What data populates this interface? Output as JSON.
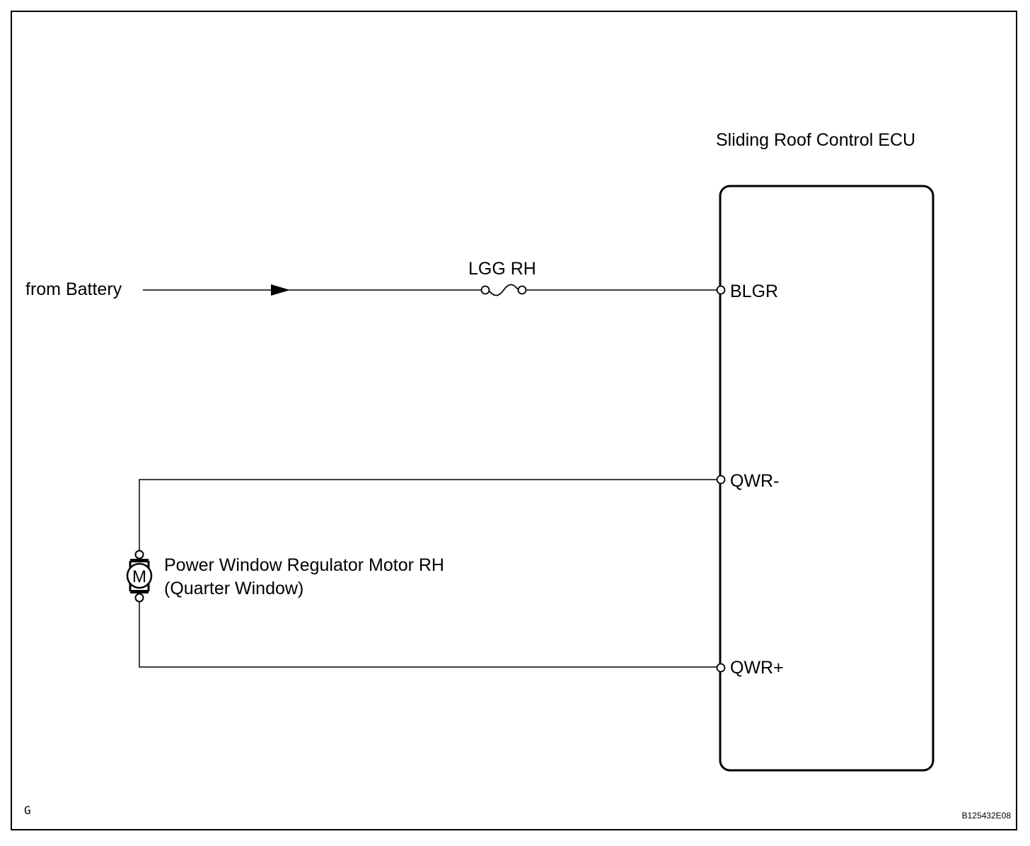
{
  "ecu": {
    "title": "Sliding Roof Control ECU",
    "pins": {
      "blgr": "BLGR",
      "qwr_minus": "QWR-",
      "qwr_plus": "QWR+"
    }
  },
  "source": {
    "label": "from Battery"
  },
  "fuse": {
    "label": "LGG RH"
  },
  "motor": {
    "symbol": "M",
    "label_line1": "Power Window Regulator Motor RH",
    "label_line2": "(Quarter Window)"
  },
  "footer": {
    "corner_code": "G",
    "figure_id": "B125432E08"
  }
}
